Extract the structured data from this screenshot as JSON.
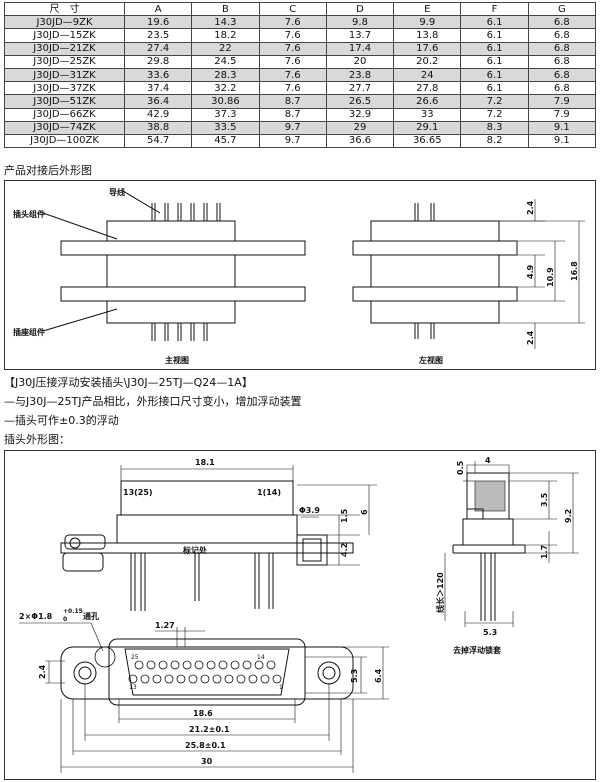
{
  "table": {
    "headers": [
      "尺　寸",
      "A",
      "B",
      "C",
      "D",
      "E",
      "F",
      "G"
    ],
    "rows": [
      [
        "J30JD—9ZK",
        "19.6",
        "14.3",
        "7.6",
        "9.8",
        "9.9",
        "6.1",
        "6.8"
      ],
      [
        "J30JD—15ZK",
        "23.5",
        "18.2",
        "7.6",
        "13.7",
        "13.8",
        "6.1",
        "6.8"
      ],
      [
        "J30JD—21ZK",
        "27.4",
        "22",
        "7.6",
        "17.4",
        "17.6",
        "6.1",
        "6.8"
      ],
      [
        "J30JD—25ZK",
        "29.8",
        "24.5",
        "7.6",
        "20",
        "20.2",
        "6.1",
        "6.8"
      ],
      [
        "J30JD—31ZK",
        "33.6",
        "28.3",
        "7.6",
        "23.8",
        "24",
        "6.1",
        "6.8"
      ],
      [
        "J30JD—37ZK",
        "37.4",
        "32.2",
        "7.6",
        "27.7",
        "27.8",
        "6.1",
        "6.8"
      ],
      [
        "J30JD—51ZK",
        "36.4",
        "30.86",
        "8.7",
        "26.5",
        "26.6",
        "7.2",
        "7.9"
      ],
      [
        "J30JD—66ZK",
        "42.9",
        "37.3",
        "8.7",
        "32.9",
        "33",
        "7.2",
        "7.9"
      ],
      [
        "J30JD—74ZK",
        "38.8",
        "33.5",
        "9.7",
        "29",
        "29.1",
        "8.3",
        "9.1"
      ],
      [
        "J30JD—100ZK",
        "54.7",
        "45.7",
        "9.7",
        "36.6",
        "36.65",
        "8.2",
        "9.1"
      ]
    ],
    "highlighted_rows": [
      0,
      2,
      4,
      6,
      8
    ]
  },
  "section1": {
    "title": "产品对接后外形图",
    "label_wire": "导线",
    "label_plug": "插头组件",
    "label_socket": "插座组件",
    "front_view": "主视图",
    "left_view": "左视图",
    "dim_top": "2.4",
    "dim_mid": "4.9",
    "dim_center": "10.9",
    "dim_total": "16.8",
    "dim_bottom": "2.4"
  },
  "section2": {
    "title": "【J30J压接浮动安装插头\\J30J—25TJ—Q24—1A】",
    "line1": "—与J30J—25TJ产品相比，外形接口尺寸变小，增加浮动装置",
    "line2": "—插头可作±0.3的浮动",
    "line3": "插头外形图："
  },
  "drawing2": {
    "dim_181": "18.1",
    "pin_left": "13(25)",
    "pin_right": "1(14)",
    "phi39": "Φ3.9",
    "dim_15": "1.5",
    "dim_6": "6",
    "dim_42": "4.2",
    "mark": "标记处",
    "hole_note": "2×Φ1.8",
    "hole_tol": "+0.15",
    "hole_tol_low": "0",
    "hole_word": "通孔",
    "dim_127": "1.27",
    "pin_25": "25",
    "pin_14": "14",
    "pin_13": "13",
    "pin_1": "1",
    "dim_24": "2.4",
    "dim_53": "5.3",
    "dim_64": "6.4",
    "dim_186": "18.6",
    "dim_212": "21.2±0.1",
    "dim_258": "25.8±0.1",
    "dim_30": "30",
    "side_05": "0.5",
    "side_4": "4",
    "side_35": "3.5",
    "side_92": "9.2",
    "side_17": "1.7",
    "side_wire": "线长＞120",
    "side_53": "5.3",
    "side_caption": "去掉浮动锁套"
  }
}
